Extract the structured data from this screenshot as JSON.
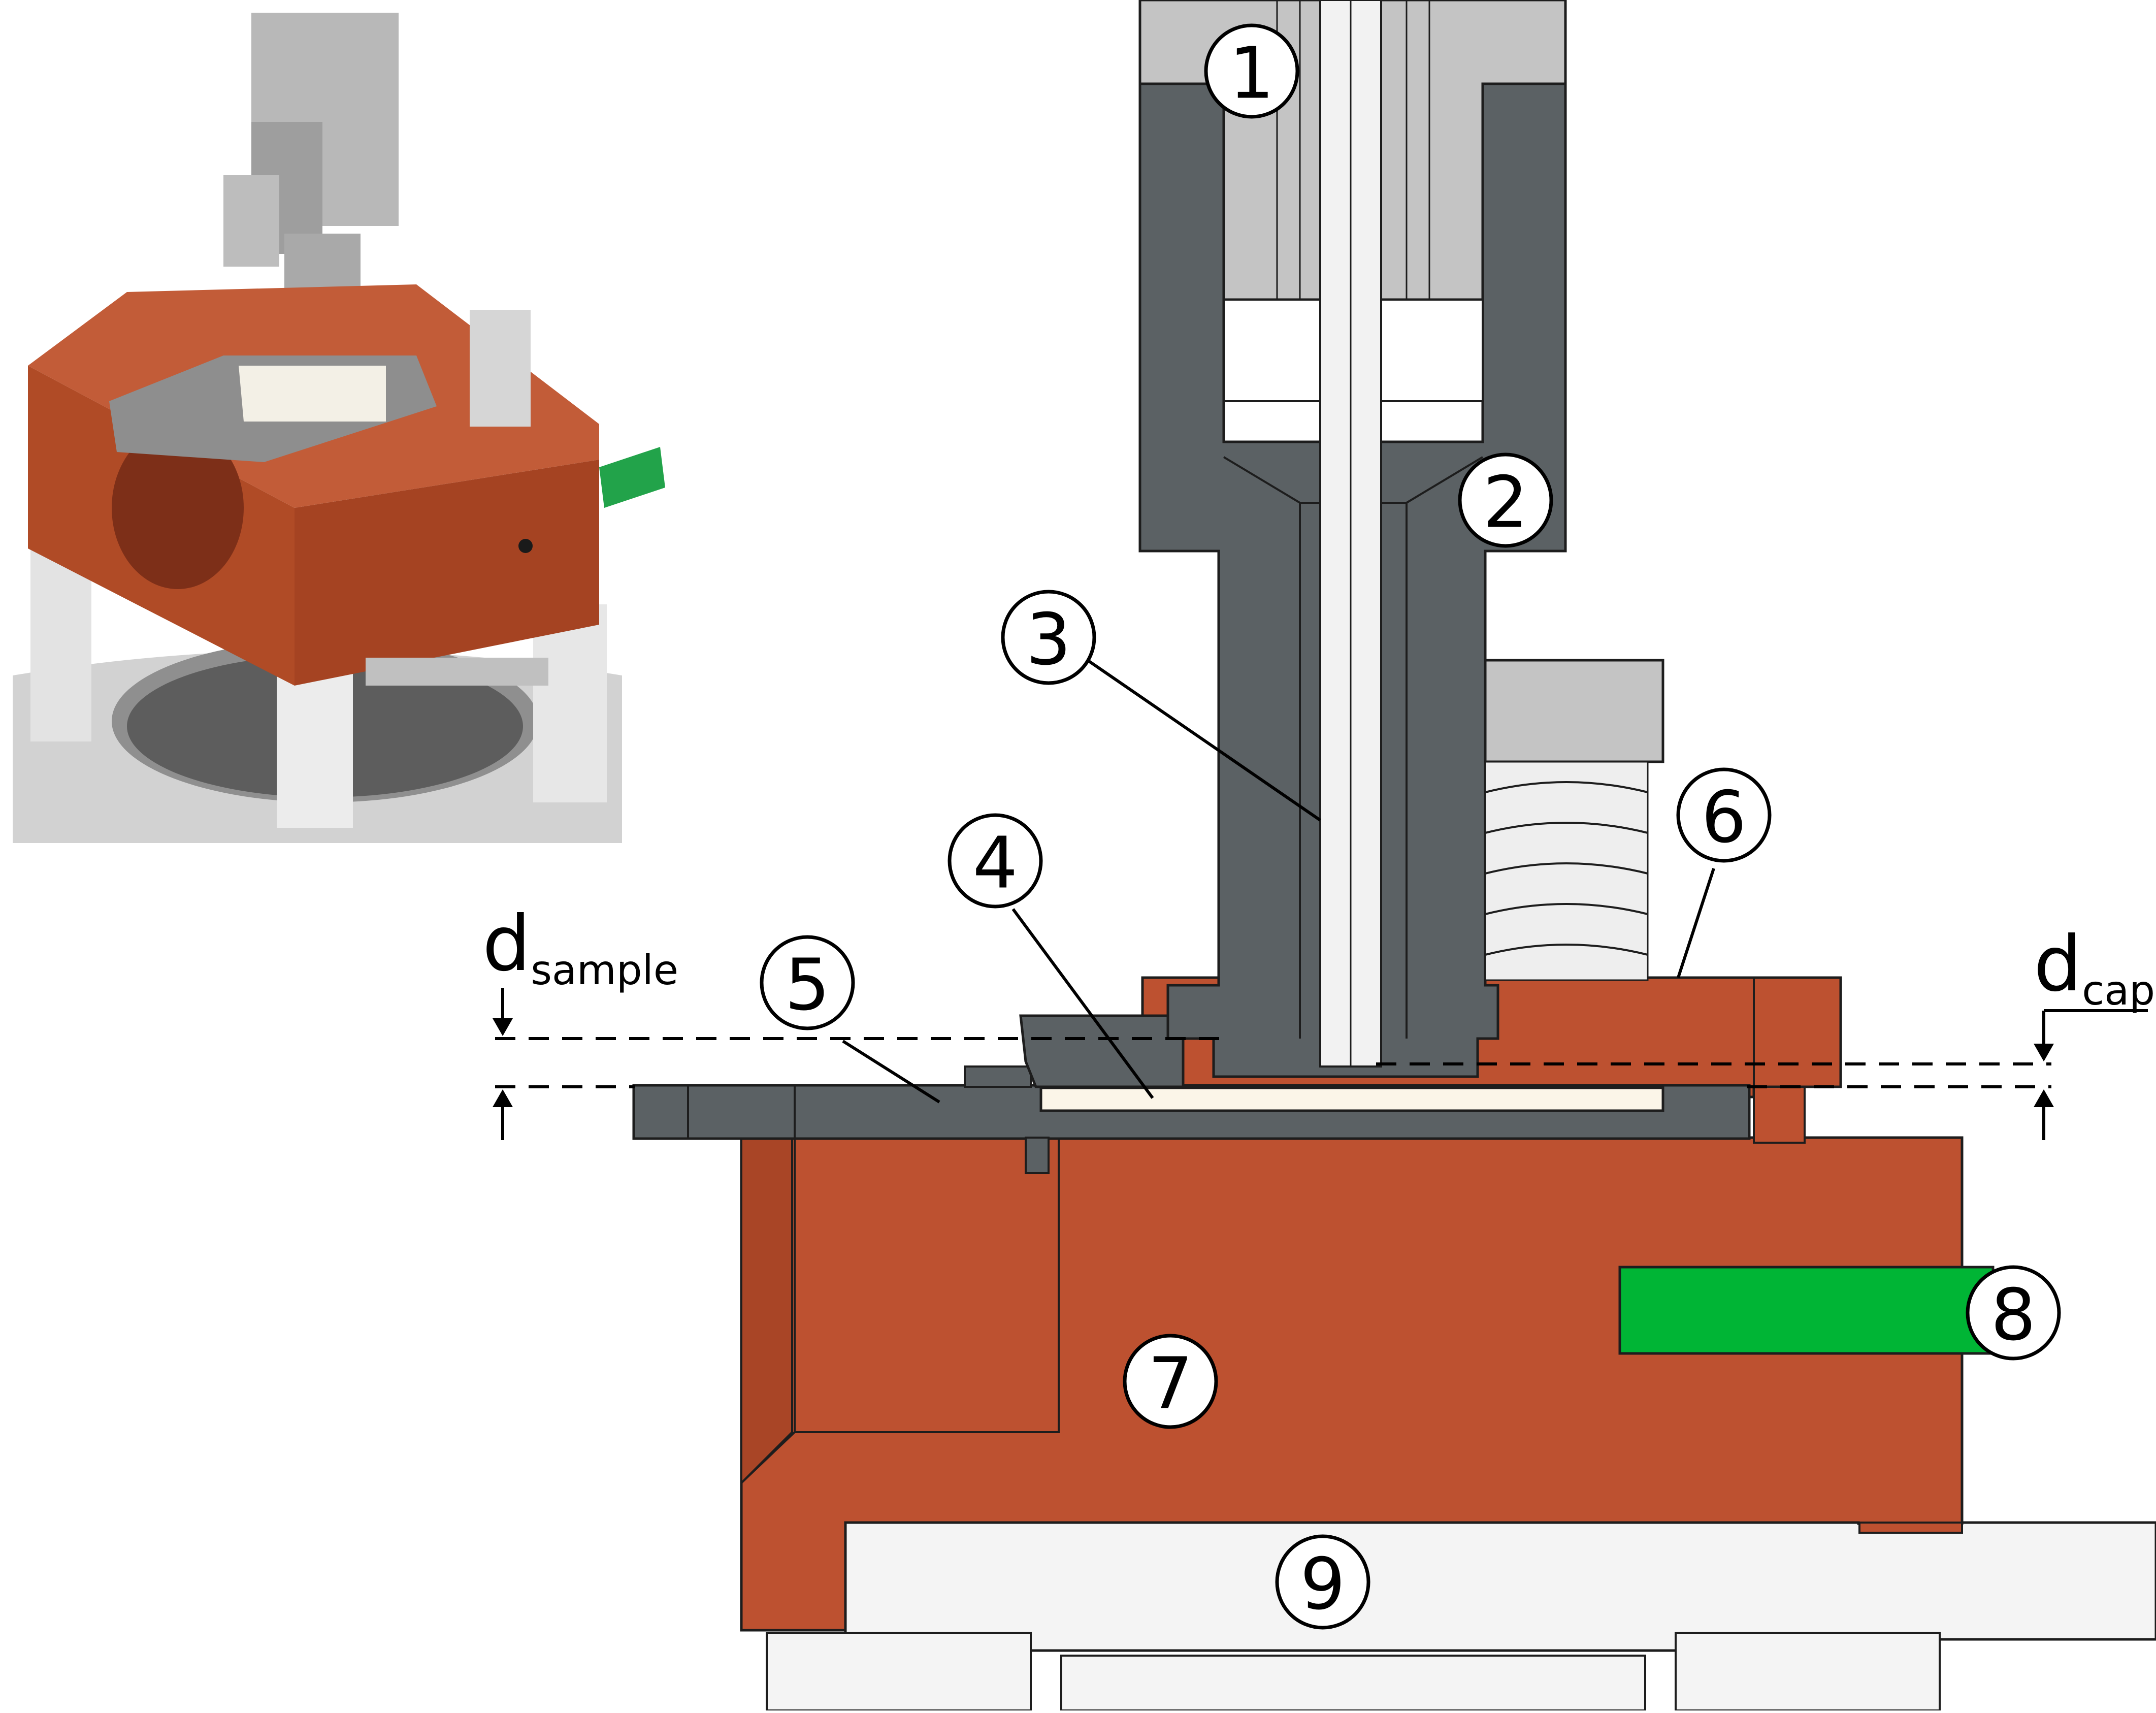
{
  "figure": {
    "callouts": [
      {
        "id": "1",
        "label": "1"
      },
      {
        "id": "2",
        "label": "2"
      },
      {
        "id": "3",
        "label": "3"
      },
      {
        "id": "4",
        "label": "4"
      },
      {
        "id": "5",
        "label": "5"
      },
      {
        "id": "6",
        "label": "6"
      },
      {
        "id": "7",
        "label": "7"
      },
      {
        "id": "8",
        "label": "8"
      },
      {
        "id": "9",
        "label": "9"
      }
    ],
    "dimensions": {
      "sample": {
        "main": "d",
        "sub": "sample"
      },
      "cap": {
        "main": "d",
        "sub": "cap"
      }
    },
    "colors": {
      "copper": "#bd5130",
      "copper_dark": "#a94526",
      "steel_dark": "#5b6164",
      "steel_light": "#c4c4c4",
      "green": "#00b535",
      "white_part": "#f4f4f4",
      "ceramic": "#fbf5e8",
      "outline": "#1d1d1d"
    }
  }
}
